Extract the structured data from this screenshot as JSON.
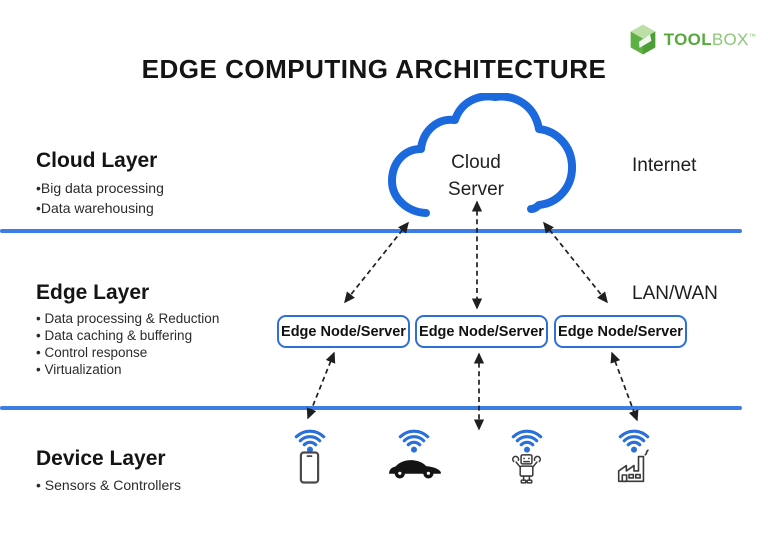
{
  "logo": {
    "brand_bold": "TOOL",
    "brand_light": "BOX",
    "trademark": "™"
  },
  "title": "EDGE COMPUTING ARCHITECTURE",
  "cloud_node": {
    "line1": "Cloud",
    "line2": "Server"
  },
  "edge_nodes": [
    {
      "label": "Edge Node/Server"
    },
    {
      "label": "Edge Node/Server"
    },
    {
      "label": "Edge Node/Server"
    }
  ],
  "layers": {
    "cloud": {
      "heading": "Cloud Layer",
      "bullets": [
        "•Big data processing",
        "•Data warehousing"
      ],
      "network_label": "Internet"
    },
    "edge": {
      "heading": "Edge Layer",
      "bullets": [
        "• Data processing & Reduction",
        "• Data caching & buffering",
        "• Control response",
        "• Virtualization"
      ],
      "network_label": "LAN/WAN"
    },
    "device": {
      "heading": "Device Layer",
      "bullets": [
        "• Sensors & Controllers"
      ]
    }
  },
  "devices": [
    {
      "name": "smartphone"
    },
    {
      "name": "connected-car"
    },
    {
      "name": "robot"
    },
    {
      "name": "factory"
    }
  ],
  "colors": {
    "cloud_blue": "#1b69dc",
    "line_blue": "#3d7de6",
    "box_border_blue": "#2e70d9",
    "wifi_blue": "#2b6fdb",
    "arrow_black": "#1f1f1f",
    "logo_green_dark": "#57a93b",
    "logo_green_light": "#8cc878"
  }
}
